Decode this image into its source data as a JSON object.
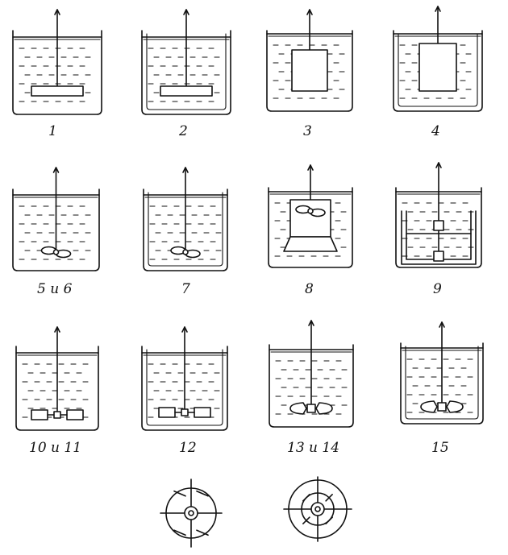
{
  "figure": {
    "vessels": [
      {
        "id": 1,
        "caption": "1"
      },
      {
        "id": 2,
        "caption": "2"
      },
      {
        "id": 3,
        "caption": "3"
      },
      {
        "id": 4,
        "caption": "4"
      },
      {
        "id": 5,
        "caption": "5 и 6"
      },
      {
        "id": 7,
        "caption": "7"
      },
      {
        "id": 8,
        "caption": "8"
      },
      {
        "id": 9,
        "caption": "9"
      },
      {
        "id": 10,
        "caption": "10 и 11"
      },
      {
        "id": 12,
        "caption": "12"
      },
      {
        "id": 13,
        "caption": "13 и 14"
      },
      {
        "id": 15,
        "caption": "15"
      }
    ]
  }
}
